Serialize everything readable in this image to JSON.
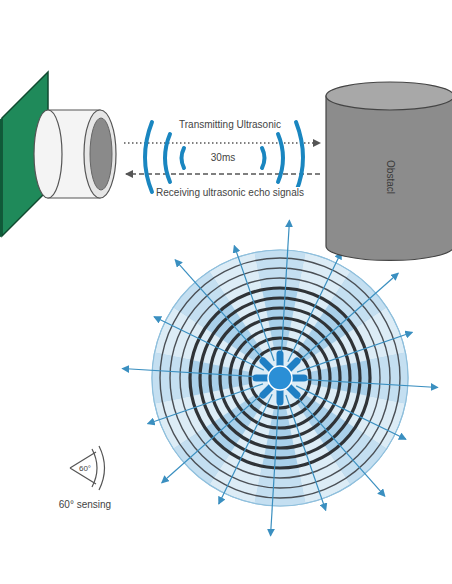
{
  "diagram": {
    "nodes": [
      {
        "text": [
          "Obstacl"
        ]
      }
    ],
    "labels": [
      "Transmitting Ultrasonic",
      "30ms",
      "Receiving ultrasonic echo signals",
      "60°",
      "60° sensing"
    ]
  }
}
